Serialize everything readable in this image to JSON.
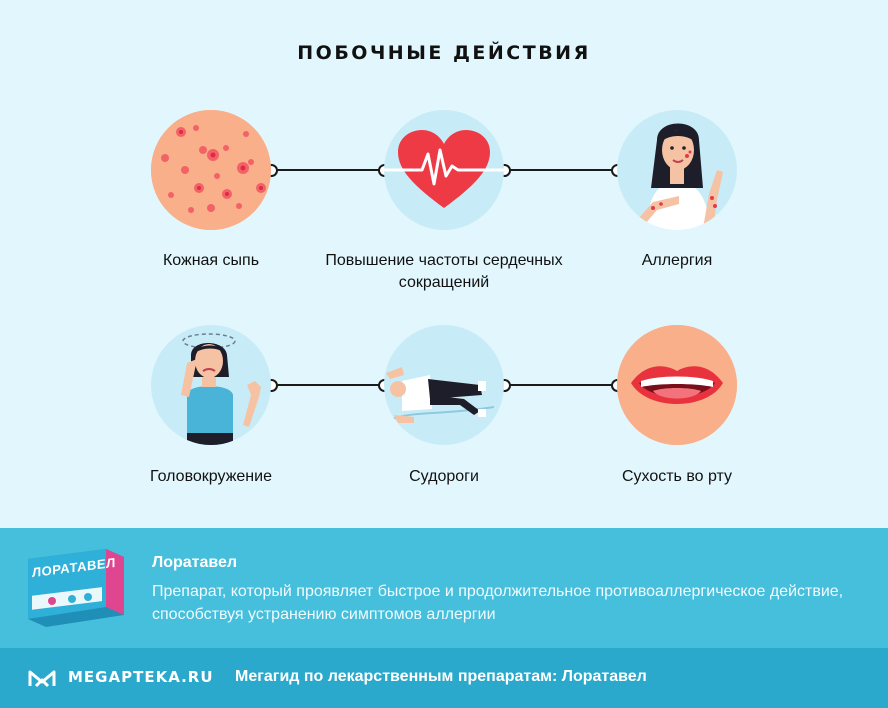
{
  "title": "ПОБОЧНЫЕ ДЕЙСТВИЯ",
  "effects": [
    {
      "label": "Кожная сыпь",
      "icon": "skin-rash-icon"
    },
    {
      "label": "Повышение частоты сердечных сокращений",
      "icon": "heart-rate-icon"
    },
    {
      "label": "Аллергия",
      "icon": "allergy-woman-icon"
    },
    {
      "label": "Головокружение",
      "icon": "dizzy-woman-icon"
    },
    {
      "label": "Судороги",
      "icon": "convulsions-person-icon"
    },
    {
      "label": "Сухость во рту",
      "icon": "dry-mouth-icon"
    }
  ],
  "product": {
    "name": "Лоратавел",
    "description": "Препарат, который проявляет быстрое и продолжительное противоаллергическое действие, способствуя устранению симптомов аллергии",
    "box_text": "ЛОРАТАВЕЛ"
  },
  "footer": {
    "brand": "MEGAPTEKA.RU",
    "tagline": "Мегагид по лекарственным препаратам: Лоратавел"
  },
  "colors": {
    "background": "#e2f7fd",
    "band": "#45bfdb",
    "footer": "#2aa9cc",
    "circle": "#c8ecf7"
  }
}
